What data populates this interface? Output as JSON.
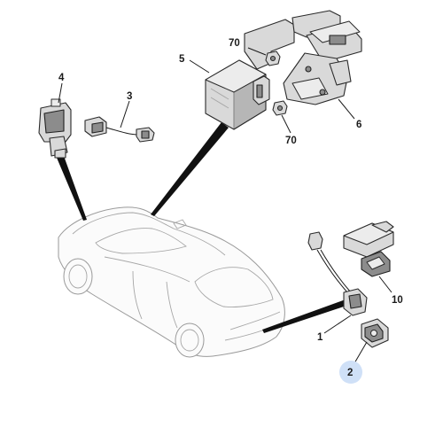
{
  "callouts": {
    "c1": "1",
    "c2": "2",
    "c3": "3",
    "c4": "4",
    "c5": "5",
    "c6": "6",
    "c10": "10",
    "c70a": "70",
    "c70b": "70"
  },
  "colors": {
    "highlight_badge": "#cfe0f7",
    "part_fill": "#d9d9d9",
    "part_dark": "#8c8c8c",
    "outline": "#2b2b2b",
    "car_outline": "#9a9a9a"
  },
  "highlighted_callout": "2"
}
